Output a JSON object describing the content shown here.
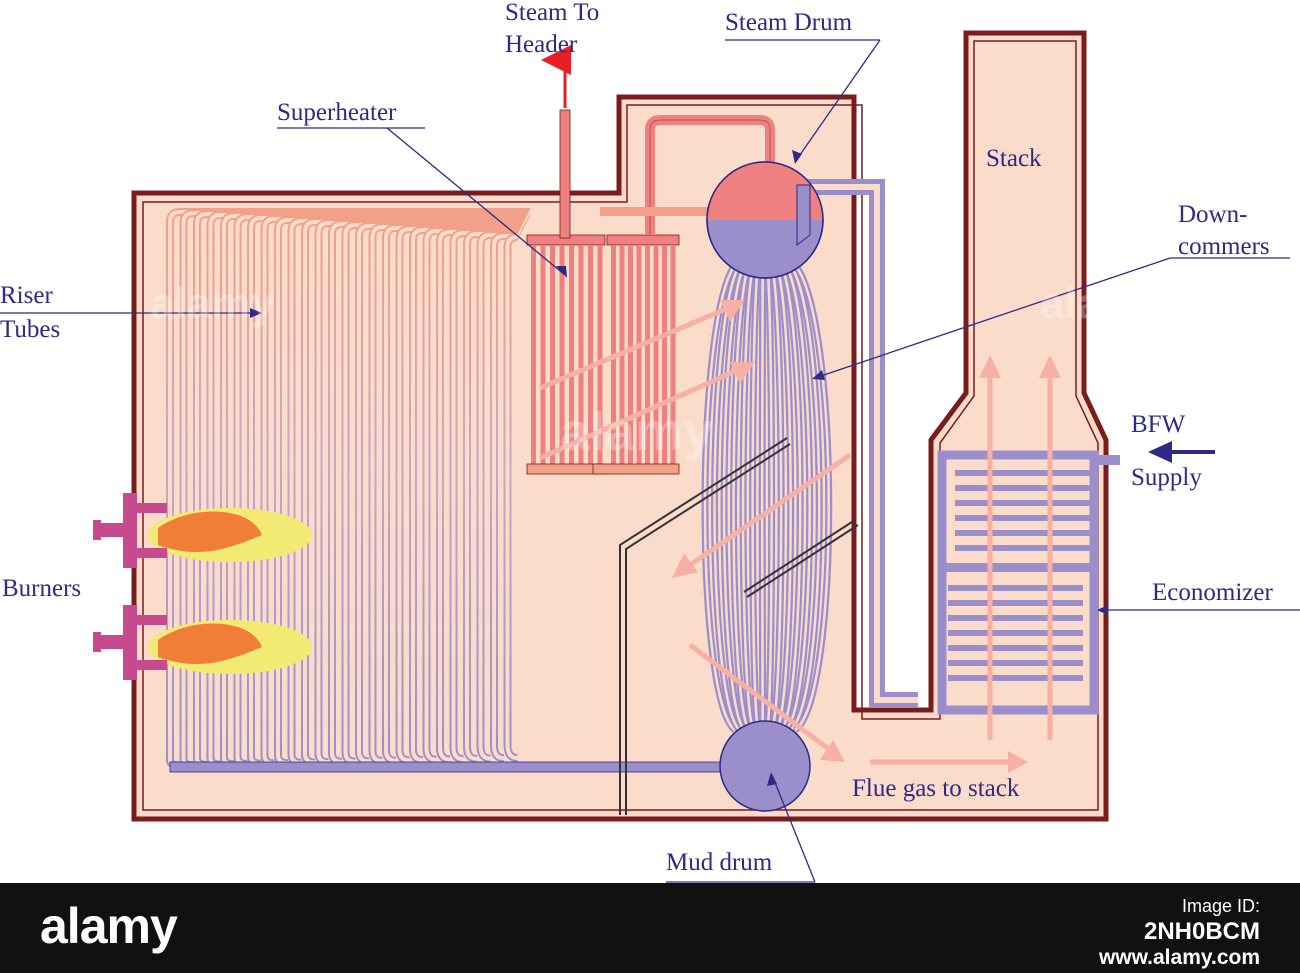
{
  "labels": {
    "steam_to_header_1": "Steam To",
    "steam_to_header_2": "Header",
    "steam_drum": "Steam Drum",
    "superheater": "Superheater",
    "stack": "Stack",
    "downcomers_1": "Down-",
    "downcomers_2": "commers",
    "riser_1": "Riser",
    "riser_2": "Tubes",
    "bfw_1": "BFW",
    "bfw_2": "Supply",
    "burners": "Burners",
    "economizer": "Economizer",
    "flue_gas": "Flue gas to stack",
    "mud_drum": "Mud drum"
  },
  "watermark": "alamy",
  "footer": {
    "logo": "alamy",
    "image_id_label": "Image ID:",
    "image_id": "2NH0BCM",
    "site": "www.alamy.com"
  },
  "colors": {
    "casing": "#7a1c1c",
    "fill": "#fbdccb",
    "water": "#9b8fcb",
    "steam": "#ef8080",
    "tube_hot": "#f2a088",
    "label": "#2e2a86",
    "flame_outer": "#f2ea72",
    "flame_inner": "#f07d38",
    "burner": "#c84a8e",
    "arrow_red": "#e81e25",
    "flow_arrow": "#f6b0a6"
  }
}
